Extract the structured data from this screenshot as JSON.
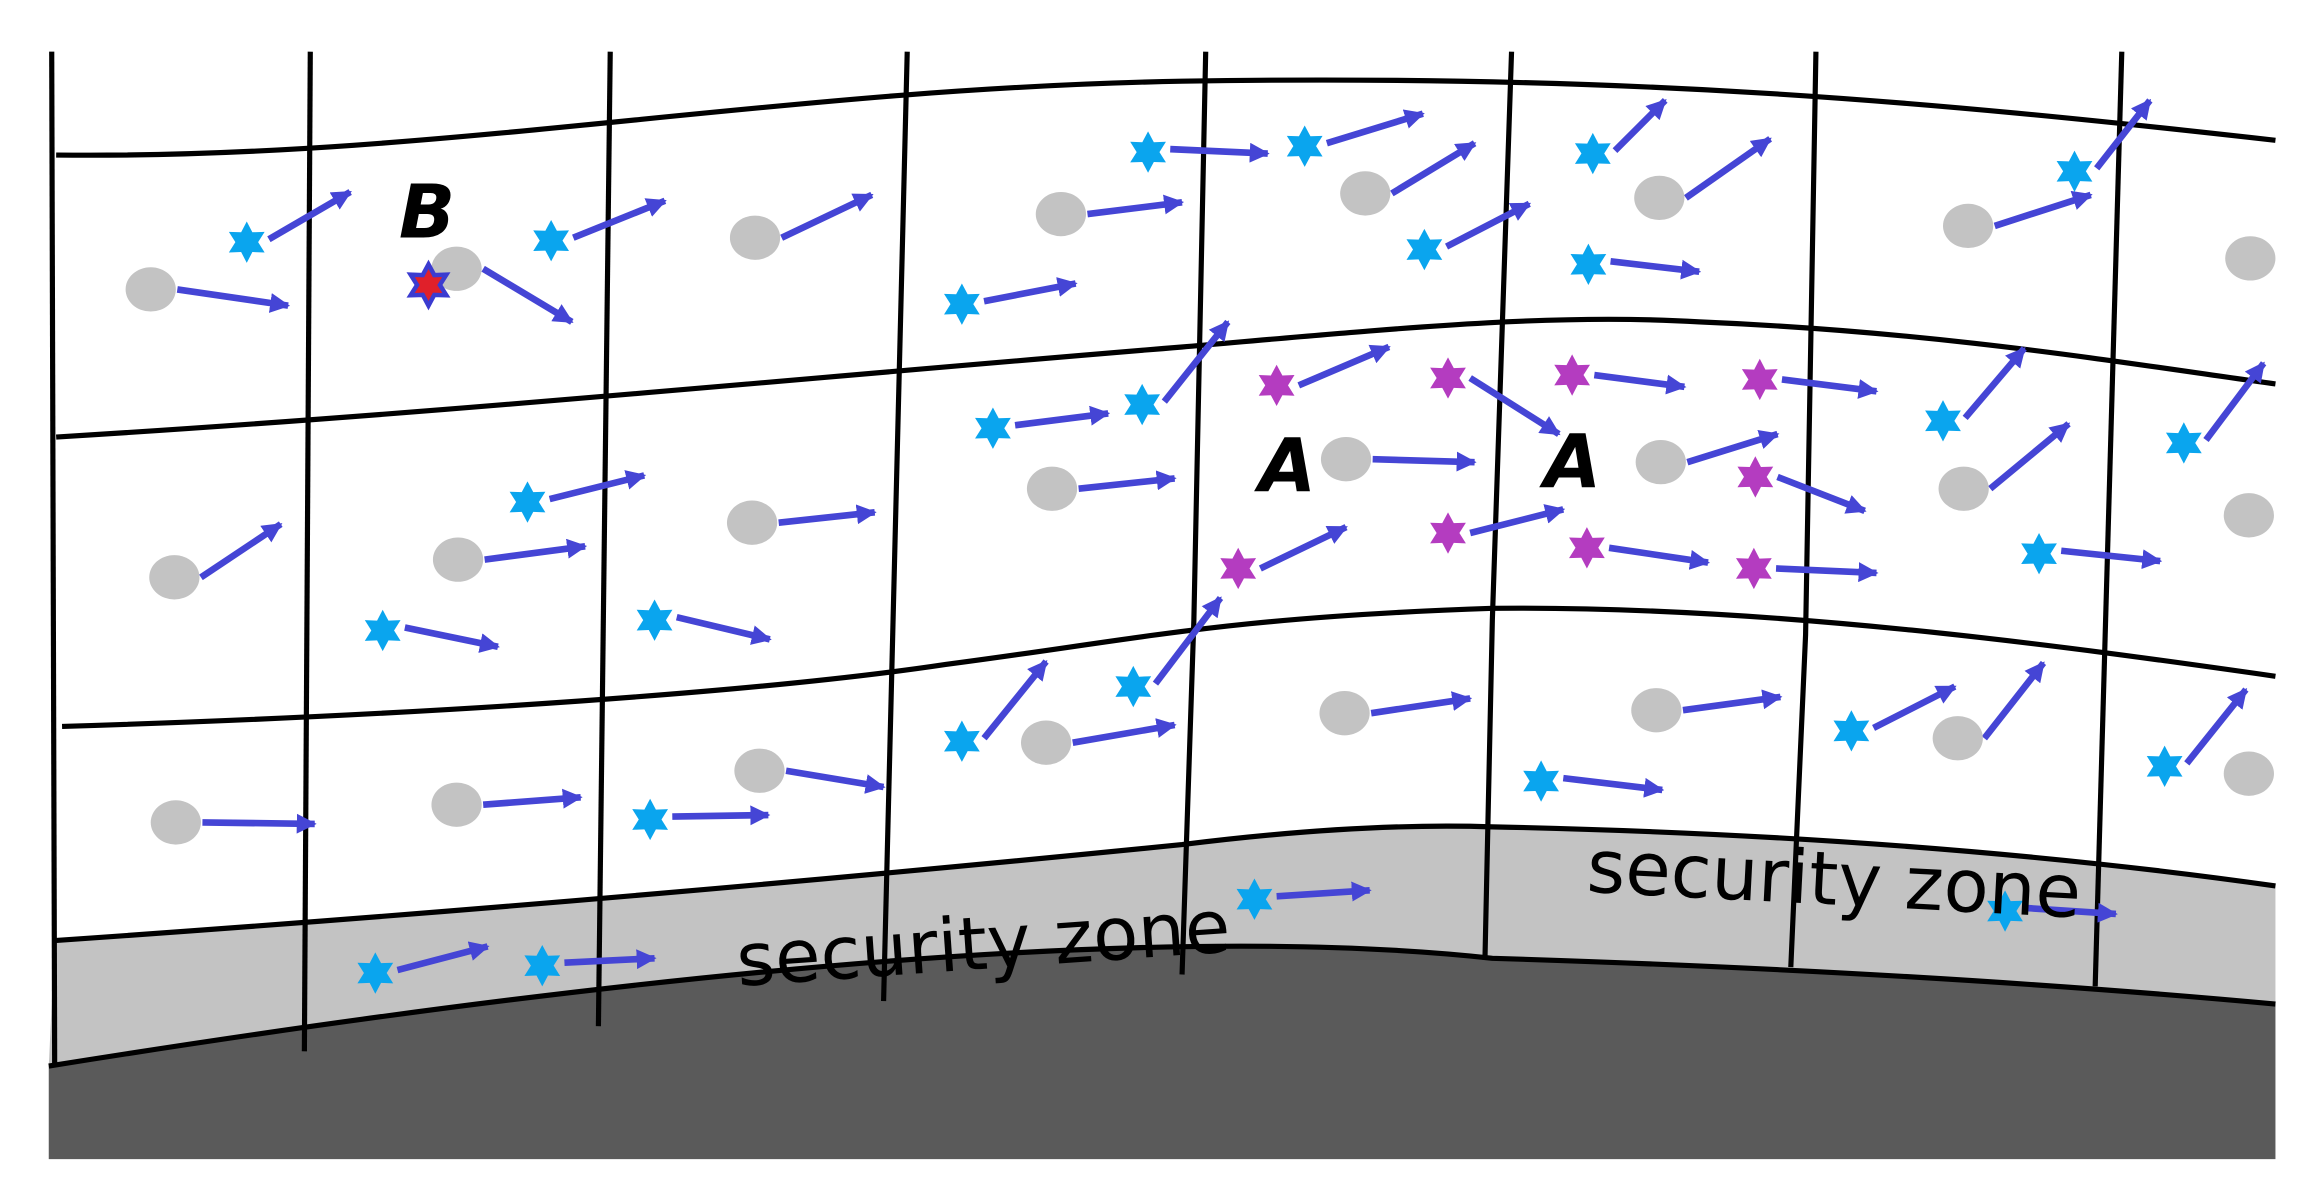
{
  "labels": {
    "zone_left": "security zone",
    "zone_right": "security zone",
    "letter_a1": "A",
    "letter_a2": "A",
    "letter_b": "B"
  },
  "colors": {
    "background": "#ffffff",
    "grid_line": "#000000",
    "security_zone": "#c3c3c3",
    "ground": "#5a5a5a",
    "gray_node": "#c3c3c3",
    "blue_star": "#0aa5ee",
    "magenta_star": "#b43cc0",
    "arrow": "#4545d5",
    "special_star_outline": "#3b3bd0",
    "special_star_fill": "#e0202a"
  },
  "icons": {
    "node": "gray-circle-node",
    "star": "six-point-star-icon",
    "arrow": "velocity-arrow"
  }
}
